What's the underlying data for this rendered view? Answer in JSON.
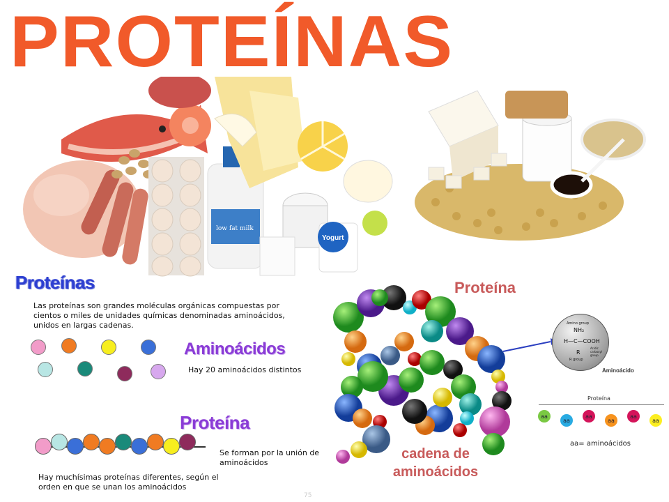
{
  "title": "PROTEÍNAS",
  "left_section": {
    "heading": "Proteínas",
    "intro": "Las proteínas son grandes moléculas orgánicas compuestas por cientos o miles de unidades químicas denominadas aminoácidos, unidos en largas cadenas.",
    "aminoacids_heading": "Aminoácidos",
    "aminoacids_text": "Hay 20 aminoácidos distintos",
    "aminoacid_colors": [
      "#f29cc9",
      "#f07b22",
      "#f7ee1f",
      "#3a6fd8",
      "#b8e6e4",
      "#1a8a7a",
      "#8e2b5c",
      "#d7a8ee"
    ],
    "protein_heading": "Proteína",
    "chain_colors": [
      "#f29cc9",
      "#b8e6e4",
      "#3a6fd8",
      "#f07b22",
      "#f07b22",
      "#1a8a7a",
      "#3a6fd8",
      "#f07b22",
      "#f7ee1f",
      "#8e2b5c"
    ],
    "union_text": "Se forman por la unión de aminoácidos",
    "many_text": "Hay muchísimas proteínas diferentes, según el orden en que se unan los aminoácidos"
  },
  "right_section": {
    "protein_title": "Proteína",
    "chain_label": "cadena de aminoácidos",
    "diagram": {
      "amino_group": "Amino group",
      "nh2": "NH₂",
      "h_c": "H—C—COOH",
      "r": "R",
      "r_group": "R group",
      "acidic": "Acidic carboxyl group",
      "label": "Aminoácido"
    },
    "mini_chain": {
      "label": "Proteína",
      "beads": [
        {
          "text": "aa",
          "color": "#7ac943"
        },
        {
          "text": "aa",
          "color": "#29abe2"
        },
        {
          "text": "aa",
          "color": "#d4145a"
        },
        {
          "text": "aa",
          "color": "#f7931e"
        },
        {
          "text": "aa",
          "color": "#d4145a"
        },
        {
          "text": "aa",
          "color": "#fcee21"
        }
      ],
      "legend": "aa= aminoácidos"
    }
  },
  "page_number": "75"
}
